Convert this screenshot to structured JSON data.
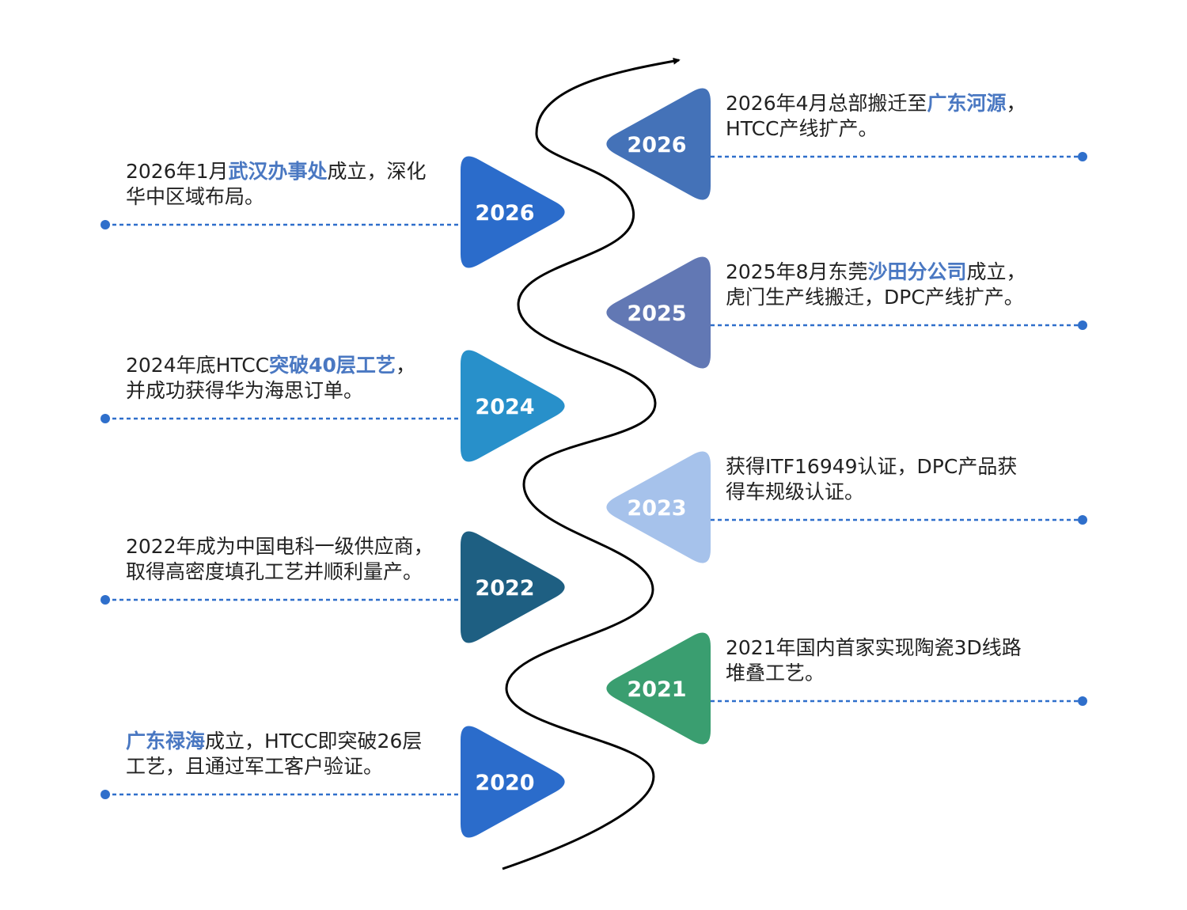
{
  "colors": {
    "highlight": "#4A78C2",
    "dotted_line": "#2F6FCB",
    "curve": "#000000",
    "badge_text": "#ffffff"
  },
  "events": [
    {
      "id": "2026-hq",
      "side": "right",
      "year": "2026",
      "color": "#4472B8",
      "segments": [
        {
          "text": "2026年4月总部搬迁至",
          "hl": false
        },
        {
          "text": "广东河源",
          "hl": true
        },
        {
          "text": "，",
          "hl": false
        },
        {
          "br": true
        },
        {
          "text": "HTCC产线扩产。",
          "hl": false
        }
      ]
    },
    {
      "id": "2026-wuhan",
      "side": "left",
      "year": "2026",
      "color": "#2B6CCB",
      "segments": [
        {
          "text": "2026年1月",
          "hl": false
        },
        {
          "text": "武汉办事处",
          "hl": true
        },
        {
          "text": "成立，深化",
          "hl": false
        },
        {
          "br": true
        },
        {
          "text": "华中区域布局。",
          "hl": false
        }
      ]
    },
    {
      "id": "2025-shatian",
      "side": "right",
      "year": "2025",
      "color": "#6278B4",
      "segments": [
        {
          "text": "2025年8月东莞",
          "hl": false
        },
        {
          "text": "沙田分公司",
          "hl": true
        },
        {
          "text": "成立，",
          "hl": false
        },
        {
          "br": true
        },
        {
          "text": "虎门生产线搬迁，DPC产线扩产。",
          "hl": false
        }
      ]
    },
    {
      "id": "2024-htcc",
      "side": "left",
      "year": "2024",
      "color": "#2890CA",
      "segments": [
        {
          "text": "2024年底HTCC",
          "hl": false
        },
        {
          "text": "突破40层工艺",
          "hl": true
        },
        {
          "text": "，",
          "hl": false
        },
        {
          "br": true
        },
        {
          "text": "并成功获得华为海思订单。",
          "hl": false
        }
      ]
    },
    {
      "id": "2023-itf",
      "side": "right",
      "year": "2023",
      "color": "#A6C2EB",
      "segments": [
        {
          "text": "获得ITF16949认证，DPC产品获",
          "hl": false
        },
        {
          "br": true
        },
        {
          "text": "得车规级认证。",
          "hl": false
        }
      ]
    },
    {
      "id": "2022-cetc",
      "side": "left",
      "year": "2022",
      "color": "#1E5F82",
      "segments": [
        {
          "text": "2022年成为中国电科一级供应商，",
          "hl": false
        },
        {
          "br": true
        },
        {
          "text": "取得高密度填孔工艺并顺利量产。",
          "hl": false
        }
      ]
    },
    {
      "id": "2021-3d",
      "side": "right",
      "year": "2021",
      "color": "#3A9E70",
      "segments": [
        {
          "text": "2021年国内首家实现陶瓷3D线路",
          "hl": false
        },
        {
          "br": true
        },
        {
          "text": "堆叠工艺。",
          "hl": false
        }
      ]
    },
    {
      "id": "2020-luhai",
      "side": "left",
      "year": "2020",
      "color": "#2B6CCB",
      "segments": [
        {
          "text": "广东禄海",
          "hl": true
        },
        {
          "text": "成立，HTCC即突破26层",
          "hl": false
        },
        {
          "br": true
        },
        {
          "text": "工艺，且通过军工客户验证。",
          "hl": false
        }
      ]
    }
  ]
}
